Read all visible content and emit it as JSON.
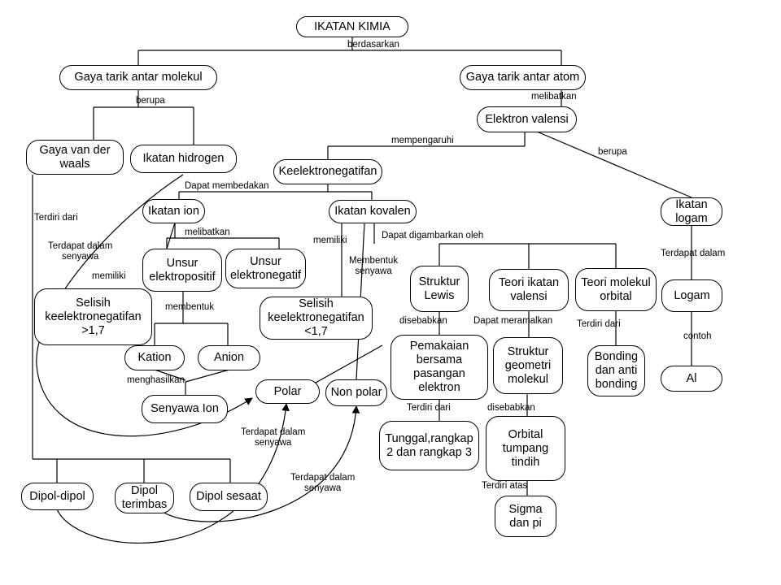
{
  "nodes": {
    "ikatan_kimia": "IKATAN KIMIA",
    "gaya_antar_molekul": "Gaya tarik antar molekul",
    "gaya_antar_atom": "Gaya tarik antar atom",
    "elektron_valensi": "Elektron valensi",
    "van_der_waals": "Gaya van der\nwaals",
    "ikatan_hidrogen": "Ikatan hidrogen",
    "keelektronegatifan": "Keelektronegatifan",
    "ikatan_ion": "Ikatan ion",
    "ikatan_kovalen": "Ikatan kovalen",
    "ikatan_logam": "Ikatan\nlogam",
    "unsur_elektropositif": "Unsur\nelektropositif",
    "unsur_elektronegatif": "Unsur\nelektronegatif",
    "selisih_ion": "Selisih\nkeelektronegatifan\n>1,7",
    "selisih_kovalen": "Selisih\nkeelektronegatifan\n<1,7",
    "kation": "Kation",
    "anion": "Anion",
    "senyawa_ion": "Senyawa Ion",
    "polar": "Polar",
    "non_polar": "Non polar",
    "struktur_lewis": "Struktur\nLewis",
    "teori_ikatan_valensi": "Teori ikatan\nvalensi",
    "teori_molekul_orbital": "Teori molekul\norbital",
    "logam": "Logam",
    "al": "Al",
    "pemakaian_bersama": "Pemakaian\nbersama\npasangan\nelektron",
    "struktur_geometri": "Struktur\ngeometri\nmolekul",
    "bonding": "Bonding\ndan anti\nbonding",
    "tunggal_rangkap": "Tunggal,rangkap\n2 dan rangkap 3",
    "orbital_tumpang_tindih": "Orbital\ntumpang\ntindih",
    "sigma_pi": "Sigma\ndan pi",
    "dipol_dipol": "Dipol-dipol",
    "dipol_terimbas": "Dipol\nterimbas",
    "dipol_sesaat": "Dipol sesaat"
  },
  "labels": {
    "berdasarkan": "berdasarkan",
    "berupa_1": "berupa",
    "melibatkan_1": "melibatkan",
    "mempengaruhi": "mempengaruhi",
    "berupa_2": "berupa",
    "dapat_membedakan": "Dapat membedakan",
    "terdiri_dari_1": "Terdiri dari",
    "terdapat_dalam_1": "Terdapat dalam\nsenyawa",
    "memiliki_1": "memiliki",
    "melibatkan_2": "melibatkan",
    "memiliki_2": "memiliki",
    "membentuk_senyawa": "Membentuk\nsenyawa",
    "dapat_digambarkan": "Dapat digambarkan oleh",
    "terdapat_dalam_logam": "Terdapat dalam",
    "membentuk": "membentuk",
    "disebabkan_1": "disebabkan",
    "dapat_meramalkan": "Dapat meramalkan",
    "terdiri_dari_2": "Terdiri dari",
    "contoh": "contoh",
    "menghasilkan": "menghasilkan",
    "terdiri_dari_3": "Terdiri dari",
    "disebabkan_2": "disebabkan",
    "terdapat_dalam_2": "Terdapat dalam\nsenyawa",
    "terdapat_dalam_3": "Terdapat dalam\nsenyawa",
    "terdiri_atas": "Terdiri atas"
  }
}
